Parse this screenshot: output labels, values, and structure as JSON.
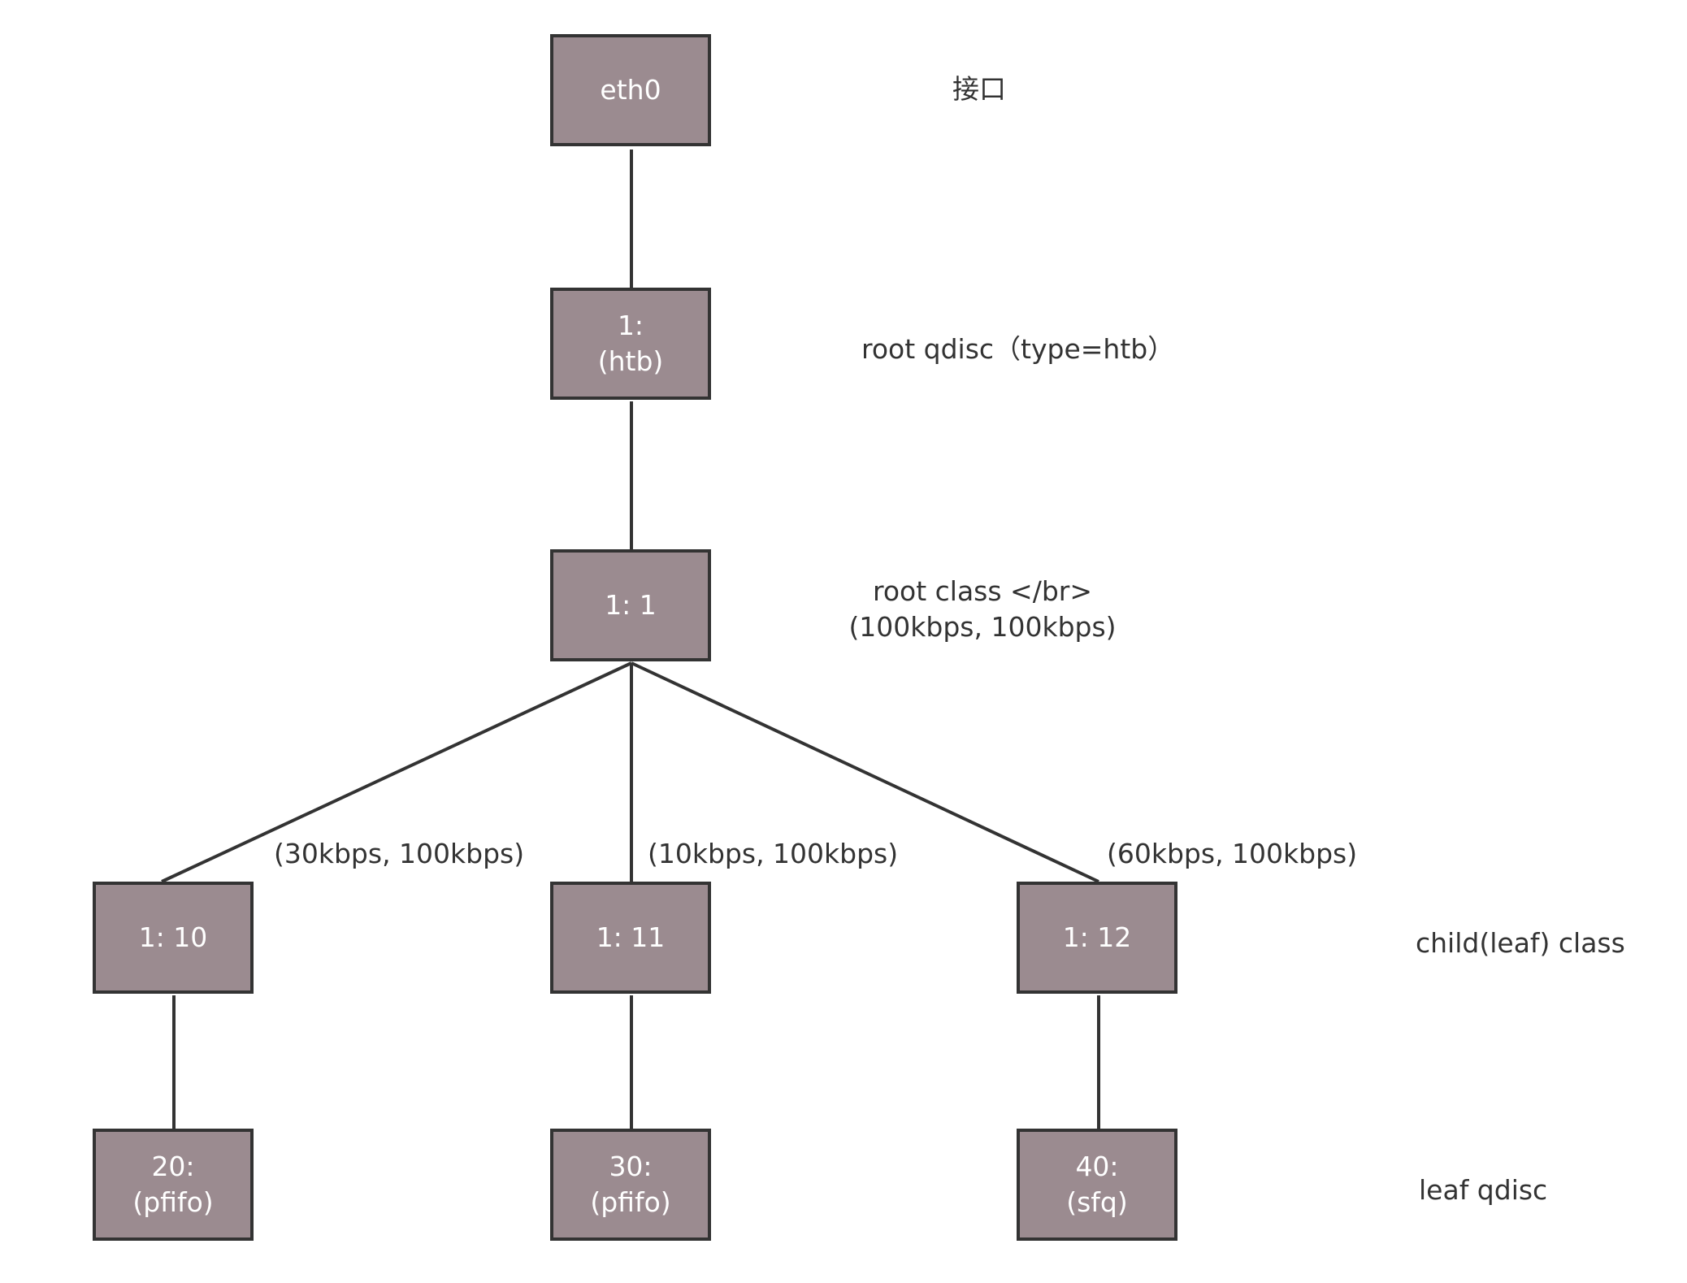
{
  "colors": {
    "node_fill": "#9b8b90",
    "node_border": "#333333",
    "node_text": "#ffffff",
    "edge": "#333333",
    "label_text": "#333333"
  },
  "nodes": {
    "eth0": {
      "line1": "eth0"
    },
    "root_qdisc": {
      "line1": "1:",
      "line2": "(htb)"
    },
    "root_class": {
      "line1": "1: 1"
    },
    "class_10": {
      "line1": "1: 10"
    },
    "class_11": {
      "line1": "1: 11"
    },
    "class_12": {
      "line1": "1: 12"
    },
    "qdisc_20": {
      "line1": "20:",
      "line2": "(pfifo)"
    },
    "qdisc_30": {
      "line1": "30:",
      "line2": "(pfifo)"
    },
    "qdisc_40": {
      "line1": "40:",
      "line2": "(sfq)"
    }
  },
  "level_labels": {
    "interface": "接口",
    "root_qdisc": "root qdisc（type=htb）",
    "root_class_line1": "root class </br>",
    "root_class_line2": "(100kbps, 100kbps)",
    "child_class": "child(leaf) class",
    "leaf_qdisc": "leaf qdisc"
  },
  "edge_labels": {
    "class_10": "(30kbps, 100kbps)",
    "class_11": "(10kbps, 100kbps)",
    "class_12": "(60kbps, 100kbps)"
  }
}
